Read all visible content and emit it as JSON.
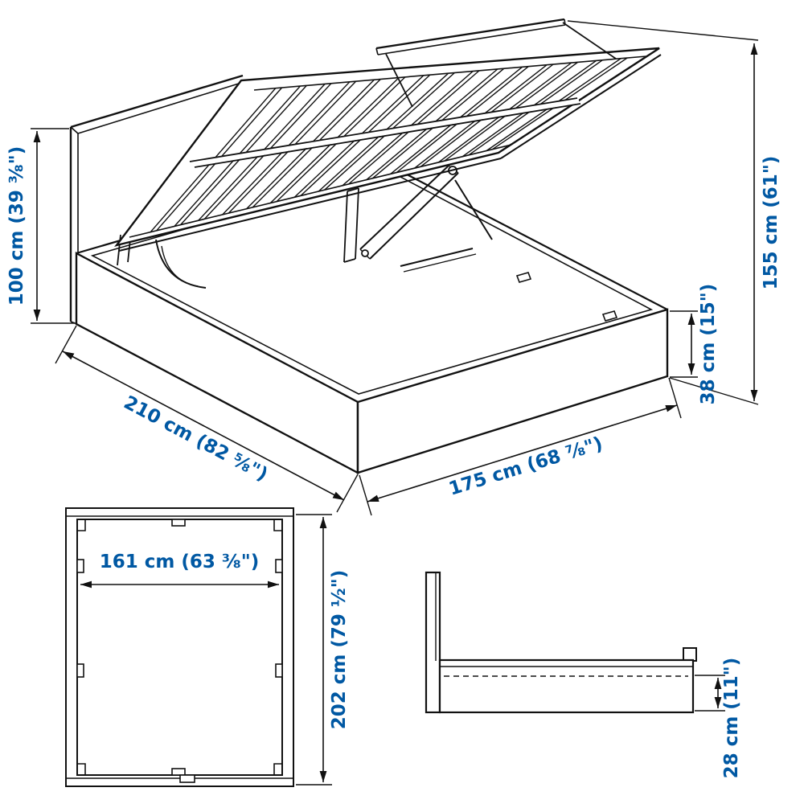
{
  "diagram": {
    "subject": "storage-bed-with-lift-up-slatted-base",
    "colors": {
      "dimension_text": "#0058a3",
      "line": "#111111",
      "background": "#ffffff"
    },
    "isometric_view": {
      "labels": {
        "headboard_height": "100 cm (39 ⅜\")",
        "open_height": "155 cm (61\")",
        "length": "210 cm (82 ⅝\")",
        "width": "175 cm (68 ⅞\")",
        "frame_height": "38 cm (15\")"
      }
    },
    "top_view": {
      "labels": {
        "inner_width": "161 cm (63 ⅜\")",
        "inner_length": "202 cm (79 ½\")"
      }
    },
    "side_view": {
      "labels": {
        "storage_depth": "28 cm (11\")"
      }
    }
  }
}
